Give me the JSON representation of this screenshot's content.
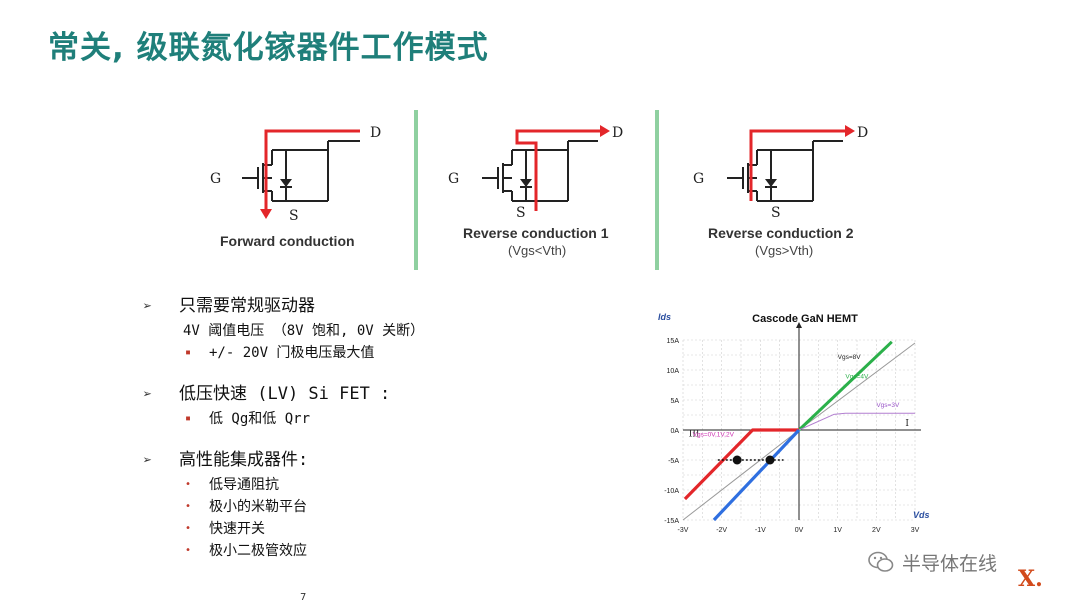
{
  "title": "常关, 级联氮化镓器件工作模式",
  "circuits": [
    {
      "label": "Forward conduction",
      "sub": "",
      "terminals": {
        "g": "G",
        "d": "D",
        "s": "S"
      }
    },
    {
      "label": "Reverse conduction 1",
      "sub": "(Vgs<Vth)",
      "terminals": {
        "g": "G",
        "d": "D",
        "s": "S"
      }
    },
    {
      "label": "Reverse conduction 2",
      "sub": "(Vgs>Vth)",
      "terminals": {
        "g": "G",
        "d": "D",
        "s": "S"
      }
    }
  ],
  "sections": [
    {
      "heading": "只需要常规驱动器",
      "line": "4V 阈值电压 （8V 饱和, 0V 关断）",
      "items": [
        "+/- 20V 门极电压最大值"
      ]
    },
    {
      "heading": "低压快速 (LV) Si FET :",
      "items": [
        "低 Qg和低 Qrr"
      ]
    },
    {
      "heading": "高性能集成器件:",
      "items": [
        "低导通阻抗",
        "极小的米勒平台",
        "快速开关",
        "极小二极管效应"
      ]
    }
  ],
  "bullet_marker": "▪",
  "round_marker": "•",
  "arrow_marker": "➢",
  "chart_data": {
    "type": "line",
    "title": "Cascode GaN HEMT",
    "ylabel": "Ids",
    "xlabel": "Vds",
    "xlim": [
      -3,
      3
    ],
    "ylim": [
      -15,
      15
    ],
    "x_ticks": [
      "-3V",
      "-2V",
      "-1V",
      "0V",
      "1V",
      "2V",
      "3V"
    ],
    "y_ticks": [
      "15A",
      "10A",
      "5A",
      "0A",
      "-5A",
      "-10A",
      "-15A"
    ],
    "quadrant_labels": [
      "III",
      "I"
    ],
    "series": [
      {
        "name": "Vgs=8V",
        "color": "#9a9a9a",
        "x": [
          -3,
          0,
          3
        ],
        "y": [
          -15,
          0,
          14.5
        ]
      },
      {
        "name": "Vgs=4V",
        "color": "#2bb04a",
        "x": [
          0,
          2.4
        ],
        "y": [
          0,
          14.7
        ]
      },
      {
        "name": "Vgs=3V",
        "color": "#b27fd0",
        "x": [
          0,
          0.9,
          1.2,
          3
        ],
        "y": [
          0,
          2.6,
          2.8,
          2.8
        ]
      },
      {
        "name": "Vgs=0V,1V,2V",
        "color": "#e3262a",
        "x": [
          -2.95,
          -1.2,
          -1.0,
          -0.85,
          0
        ],
        "y": [
          -11.5,
          0,
          0,
          0,
          0
        ]
      },
      {
        "name": "",
        "color": "#2f6fe0",
        "x": [
          -2.2,
          0
        ],
        "y": [
          -15,
          0
        ]
      }
    ],
    "marker_points": [
      {
        "x": -1.6,
        "y": -5
      },
      {
        "x": -0.75,
        "y": -5
      }
    ],
    "series_label_colors": {
      "Vgs=8V": "#222222",
      "Vgs=4V": "#2bb04a",
      "Vgs=3V": "#9a55c8",
      "Vgs=0V,1V,2V": "#cc2fb0"
    }
  },
  "page_number": "7",
  "watermark": "半导体在线",
  "corner_mark": "X."
}
